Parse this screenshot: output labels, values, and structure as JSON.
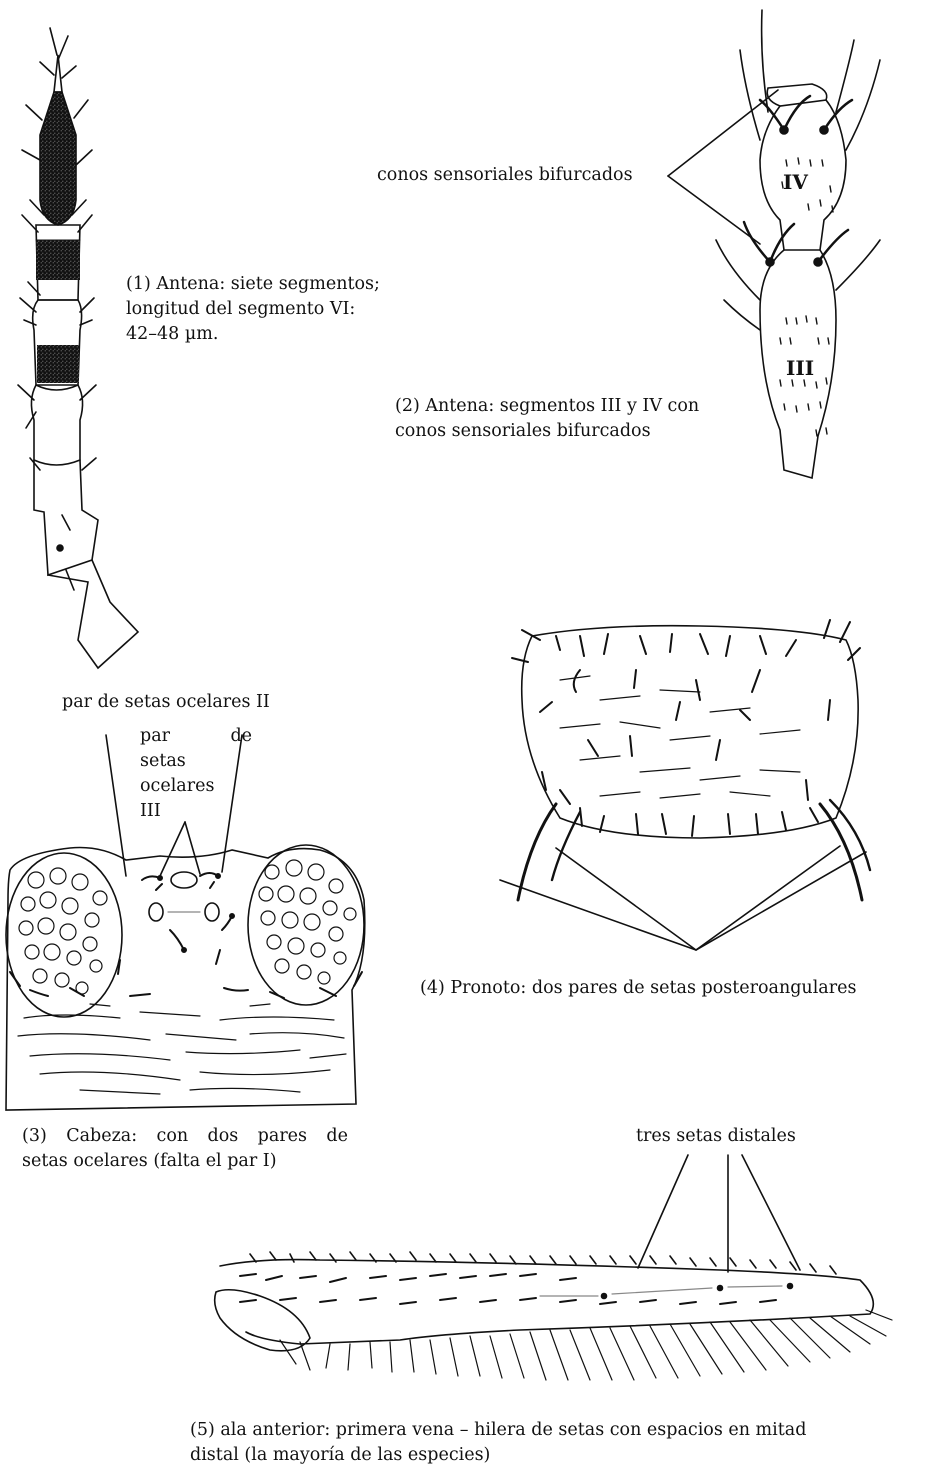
{
  "labels": {
    "conos": "conos sensoriales bifurcados",
    "ocelar_II": "par de setas ocelares II",
    "ocelar_III": [
      "par",
      "de",
      "setas",
      "ocelares",
      "III"
    ],
    "tres_setas": "tres setas distales",
    "roman_IV": "IV",
    "roman_III": "III"
  },
  "captions": {
    "c1": [
      "(1) Antena: siete segmentos;",
      "longitud del segmento VI:",
      "42–48 µm."
    ],
    "c2": [
      "(2) Antena: segmentos III y IV con",
      "conos sensoriales bifurcados"
    ],
    "c3": [
      "(3) Cabeza: con dos pares de",
      "setas ocelares (falta el par I)"
    ],
    "c4": [
      "(4) Pronoto: dos pares de setas posteroangulares"
    ],
    "c5": [
      "(5) ala anterior: primera vena – hilera de setas con espacios en mitad",
      "distal (la mayoría de las especies)"
    ]
  }
}
